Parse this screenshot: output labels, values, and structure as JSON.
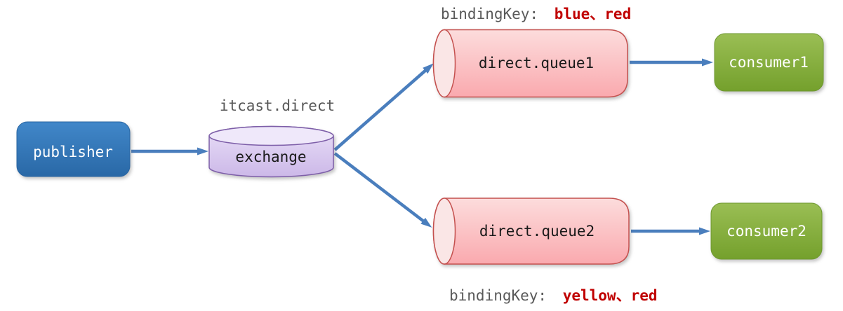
{
  "diagram": {
    "publisher": {
      "label": "publisher"
    },
    "exchange": {
      "label": "exchange",
      "name_label": "itcast.direct"
    },
    "queue1": {
      "label": "direct.queue1",
      "binding_label": "bindingKey:",
      "binding_value": "blue、red"
    },
    "queue2": {
      "label": "direct.queue2",
      "binding_label": "bindingKey:",
      "binding_value": "yellow、red"
    },
    "consumer1": {
      "label": "consumer1"
    },
    "consumer2": {
      "label": "consumer2"
    },
    "colors": {
      "publisher_fill": "#2e74b5",
      "exchange_fill": "#d9c8ee",
      "exchange_border": "#7d5ea8",
      "queue_fill": "#fbc0c4",
      "queue_border": "#c4504e",
      "consumer_fill": "#84ac3c",
      "arrow": "#4a7ebd",
      "annotation_gray": "#595959",
      "binding_key_red": "#c00000"
    }
  }
}
